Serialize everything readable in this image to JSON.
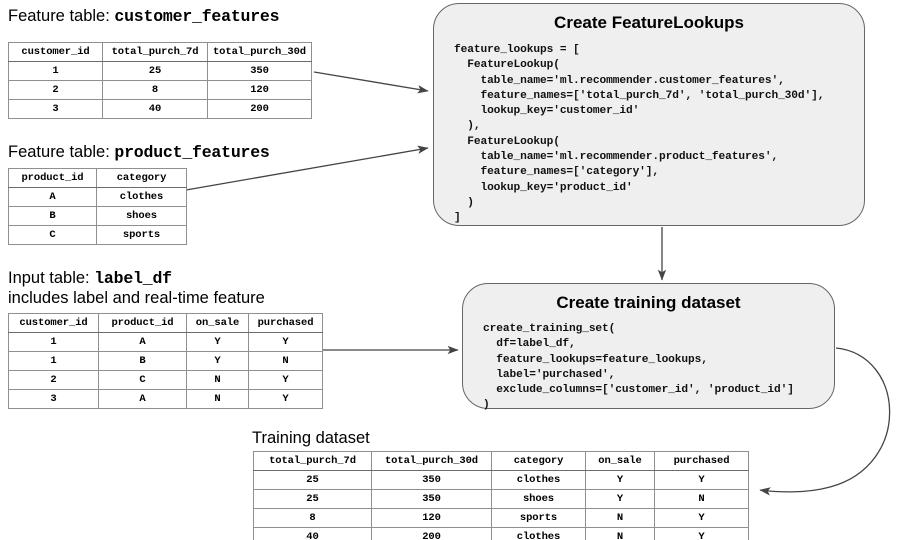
{
  "customer_features": {
    "caption_prefix": "Feature table: ",
    "caption_name": "customer_features",
    "columns": [
      "customer_id",
      "total_purch_7d",
      "total_purch_30d"
    ],
    "rows": [
      [
        "1",
        "25",
        "350"
      ],
      [
        "2",
        "8",
        "120"
      ],
      [
        "3",
        "40",
        "200"
      ]
    ]
  },
  "product_features": {
    "caption_prefix": "Feature table: ",
    "caption_name": "product_features",
    "columns": [
      "product_id",
      "category"
    ],
    "rows": [
      [
        "A",
        "clothes"
      ],
      [
        "B",
        "shoes"
      ],
      [
        "C",
        "sports"
      ]
    ]
  },
  "label_df": {
    "caption_prefix": "Input table: ",
    "caption_name": "label_df",
    "caption_line2": "includes label and real-time feature",
    "columns": [
      "customer_id",
      "product_id",
      "on_sale",
      "purchased"
    ],
    "rows": [
      [
        "1",
        "A",
        "Y",
        "Y"
      ],
      [
        "1",
        "B",
        "Y",
        "N"
      ],
      [
        "2",
        "C",
        "N",
        "Y"
      ],
      [
        "3",
        "A",
        "N",
        "Y"
      ]
    ]
  },
  "training_dataset": {
    "caption": "Training dataset",
    "columns": [
      "total_purch_7d",
      "total_purch_30d",
      "category",
      "on_sale",
      "purchased"
    ],
    "rows": [
      [
        "25",
        "350",
        "clothes",
        "Y",
        "Y"
      ],
      [
        "25",
        "350",
        "shoes",
        "Y",
        "N"
      ],
      [
        "8",
        "120",
        "sports",
        "N",
        "Y"
      ],
      [
        "40",
        "200",
        "clothes",
        "N",
        "Y"
      ]
    ]
  },
  "feature_lookups_box": {
    "title": "Create FeatureLookups",
    "code": "feature_lookups = [\n  FeatureLookup(\n    table_name='ml.recommender.customer_features',\n    feature_names=['total_purch_7d', 'total_purch_30d'],\n    lookup_key='customer_id'\n  ),\n  FeatureLookup(\n    table_name='ml.recommender.product_features',\n    feature_names=['category'],\n    lookup_key='product_id'\n  )\n]"
  },
  "training_set_box": {
    "title": "Create training dataset",
    "code": "create_training_set(\n  df=label_df,\n  feature_lookups=feature_lookups,\n  label='purchased',\n  exclude_columns=['customer_id', 'product_id']\n)"
  },
  "colors": {
    "box_fill": "#efefef",
    "box_border": "#666666",
    "table_border": "#8f8f8f",
    "arrow": "#444444",
    "text": "#000000"
  }
}
